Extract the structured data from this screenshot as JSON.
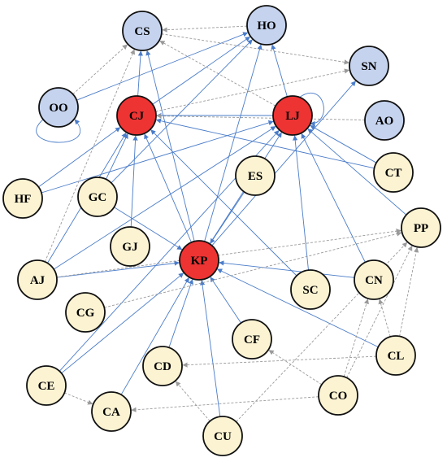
{
  "colors": {
    "hub": "#ee3333",
    "outcome": "#c5d3ee",
    "factor": "#fbf3d2",
    "edge_blue": "#4a7cc9",
    "edge_gray": "#9a9a9a"
  },
  "nodes": [
    {
      "id": "CS",
      "label": "CS",
      "group": "outcome"
    },
    {
      "id": "HO",
      "label": "HO",
      "group": "outcome"
    },
    {
      "id": "SN",
      "label": "SN",
      "group": "outcome"
    },
    {
      "id": "OO",
      "label": "OO",
      "group": "outcome"
    },
    {
      "id": "AO",
      "label": "AO",
      "group": "outcome"
    },
    {
      "id": "CJ",
      "label": "CJ",
      "group": "hub"
    },
    {
      "id": "LJ",
      "label": "LJ",
      "group": "hub"
    },
    {
      "id": "KP",
      "label": "KP",
      "group": "hub"
    },
    {
      "id": "ES",
      "label": "ES",
      "group": "factor"
    },
    {
      "id": "CT",
      "label": "CT",
      "group": "factor"
    },
    {
      "id": "HF",
      "label": "HF",
      "group": "factor"
    },
    {
      "id": "GC",
      "label": "GC",
      "group": "factor"
    },
    {
      "id": "GJ",
      "label": "GJ",
      "group": "factor"
    },
    {
      "id": "PP",
      "label": "PP",
      "group": "factor"
    },
    {
      "id": "AJ",
      "label": "AJ",
      "group": "factor"
    },
    {
      "id": "CG",
      "label": "CG",
      "group": "factor"
    },
    {
      "id": "SC",
      "label": "SC",
      "group": "factor"
    },
    {
      "id": "CN",
      "label": "CN",
      "group": "factor"
    },
    {
      "id": "CF",
      "label": "CF",
      "group": "factor"
    },
    {
      "id": "CD",
      "label": "CD",
      "group": "factor"
    },
    {
      "id": "CL",
      "label": "CL",
      "group": "factor"
    },
    {
      "id": "CE",
      "label": "CE",
      "group": "factor"
    },
    {
      "id": "CO",
      "label": "CO",
      "group": "factor"
    },
    {
      "id": "CA",
      "label": "CA",
      "group": "factor"
    },
    {
      "id": "CU",
      "label": "CU",
      "group": "factor"
    }
  ],
  "edges": [
    {
      "from": "OO",
      "to": "HO",
      "style": "blue"
    },
    {
      "from": "OO",
      "to": "CS",
      "style": "gray"
    },
    {
      "from": "OO",
      "to": "OO",
      "style": "blue"
    },
    {
      "from": "CJ",
      "to": "CS",
      "style": "blue"
    },
    {
      "from": "CJ",
      "to": "HO",
      "style": "blue"
    },
    {
      "from": "CJ",
      "to": "SN",
      "style": "gray"
    },
    {
      "from": "LJ",
      "to": "CS",
      "style": "gray"
    },
    {
      "from": "LJ",
      "to": "HO",
      "style": "blue"
    },
    {
      "from": "LJ",
      "to": "CJ",
      "style": "blue"
    },
    {
      "from": "LJ",
      "to": "LJ",
      "style": "blue"
    },
    {
      "from": "CS",
      "to": "SN",
      "style": "gray"
    },
    {
      "from": "HO",
      "to": "CS",
      "style": "gray"
    },
    {
      "from": "AO",
      "to": "CJ",
      "style": "gray"
    },
    {
      "from": "KP",
      "to": "CS",
      "style": "blue"
    },
    {
      "from": "KP",
      "to": "HO",
      "style": "blue"
    },
    {
      "from": "KP",
      "to": "SN",
      "style": "blue"
    },
    {
      "from": "KP",
      "to": "LJ",
      "style": "blue"
    },
    {
      "from": "KP",
      "to": "CJ",
      "style": "blue"
    },
    {
      "from": "HF",
      "to": "CJ",
      "style": "blue"
    },
    {
      "from": "HF",
      "to": "LJ",
      "style": "blue"
    },
    {
      "from": "GC",
      "to": "CJ",
      "style": "blue"
    },
    {
      "from": "GC",
      "to": "KP",
      "style": "blue"
    },
    {
      "from": "GC",
      "to": "HO",
      "style": "blue"
    },
    {
      "from": "GJ",
      "to": "CJ",
      "style": "blue"
    },
    {
      "from": "AJ",
      "to": "CJ",
      "style": "blue"
    },
    {
      "from": "AJ",
      "to": "LJ",
      "style": "blue"
    },
    {
      "from": "AJ",
      "to": "KP",
      "style": "blue"
    },
    {
      "from": "AJ",
      "to": "CS",
      "style": "gray"
    },
    {
      "from": "AJ",
      "to": "PP",
      "style": "gray"
    },
    {
      "from": "CT",
      "to": "LJ",
      "style": "blue"
    },
    {
      "from": "CT",
      "to": "CJ",
      "style": "blue"
    },
    {
      "from": "PP",
      "to": "LJ",
      "style": "blue"
    },
    {
      "from": "SC",
      "to": "LJ",
      "style": "blue"
    },
    {
      "from": "SC",
      "to": "CJ",
      "style": "blue"
    },
    {
      "from": "CN",
      "to": "LJ",
      "style": "blue"
    },
    {
      "from": "CN",
      "to": "KP",
      "style": "blue"
    },
    {
      "from": "CL",
      "to": "KP",
      "style": "blue"
    },
    {
      "from": "CL",
      "to": "PP",
      "style": "gray"
    },
    {
      "from": "CL",
      "to": "CN",
      "style": "gray"
    },
    {
      "from": "CL",
      "to": "CD",
      "style": "gray"
    },
    {
      "from": "CF",
      "to": "KP",
      "style": "blue"
    },
    {
      "from": "CD",
      "to": "KP",
      "style": "blue"
    },
    {
      "from": "CE",
      "to": "KP",
      "style": "blue"
    },
    {
      "from": "CE",
      "to": "CA",
      "style": "gray"
    },
    {
      "from": "CE",
      "to": "LJ",
      "style": "blue"
    },
    {
      "from": "CA",
      "to": "KP",
      "style": "blue"
    },
    {
      "from": "CU",
      "to": "KP",
      "style": "blue"
    },
    {
      "from": "CU",
      "to": "CD",
      "style": "gray"
    },
    {
      "from": "CU",
      "to": "PP",
      "style": "gray"
    },
    {
      "from": "CO",
      "to": "CF",
      "style": "gray"
    },
    {
      "from": "CO",
      "to": "CN",
      "style": "gray"
    },
    {
      "from": "CO",
      "to": "PP",
      "style": "gray"
    },
    {
      "from": "CO",
      "to": "CA",
      "style": "gray"
    },
    {
      "from": "CG",
      "to": "PP",
      "style": "gray"
    },
    {
      "from": "ES",
      "to": "KP",
      "style": "blue"
    }
  ]
}
